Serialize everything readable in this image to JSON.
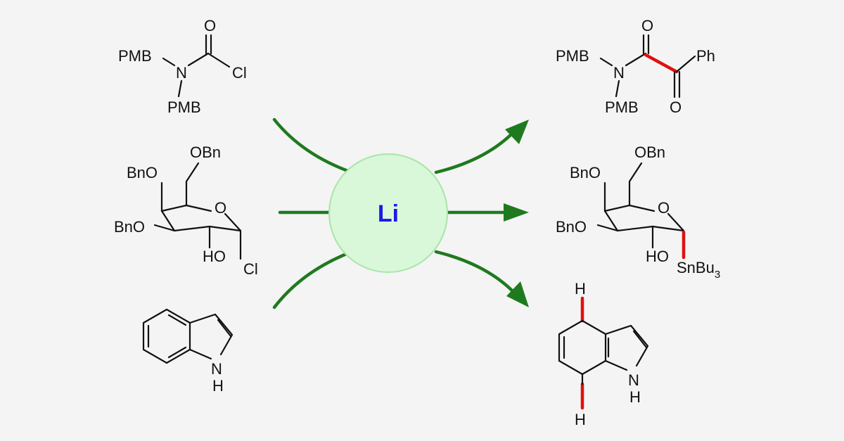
{
  "center": {
    "label": "Li",
    "fill": "#d9f7d9",
    "stroke": "#a8e6a8",
    "label_color": "#1a1ae6"
  },
  "colors": {
    "arrow": "#1f7a1f",
    "new_bond": "#e01010",
    "bond": "#111111",
    "background": "#f4f4f4"
  },
  "reactants": {
    "carbamoyl_chloride": {
      "pmb_top": "PMB",
      "n": "N",
      "pmb_bottom": "PMB",
      "o": "O",
      "cl": "Cl"
    },
    "glycosyl_chloride": {
      "obn_top": "OBn",
      "bno_upper": "BnO",
      "ring_o": "O",
      "bno_lower": "BnO",
      "ho": "HO",
      "cl": "Cl"
    },
    "indole": {
      "nh": "N",
      "h": "H"
    }
  },
  "products": {
    "ketoamide": {
      "pmb_top": "PMB",
      "n": "N",
      "pmb_bottom": "PMB",
      "o_top": "O",
      "o_bottom": "O",
      "ph": "Ph"
    },
    "glycosyl_stannane": {
      "obn_top": "OBn",
      "bno_upper": "BnO",
      "ring_o": "O",
      "bno_lower": "BnO",
      "ho": "HO",
      "sn": "SnBu",
      "sn_sub": "3"
    },
    "dihydroindole": {
      "h_top": "H",
      "h_bottom": "H",
      "nh": "N",
      "h": "H"
    }
  }
}
